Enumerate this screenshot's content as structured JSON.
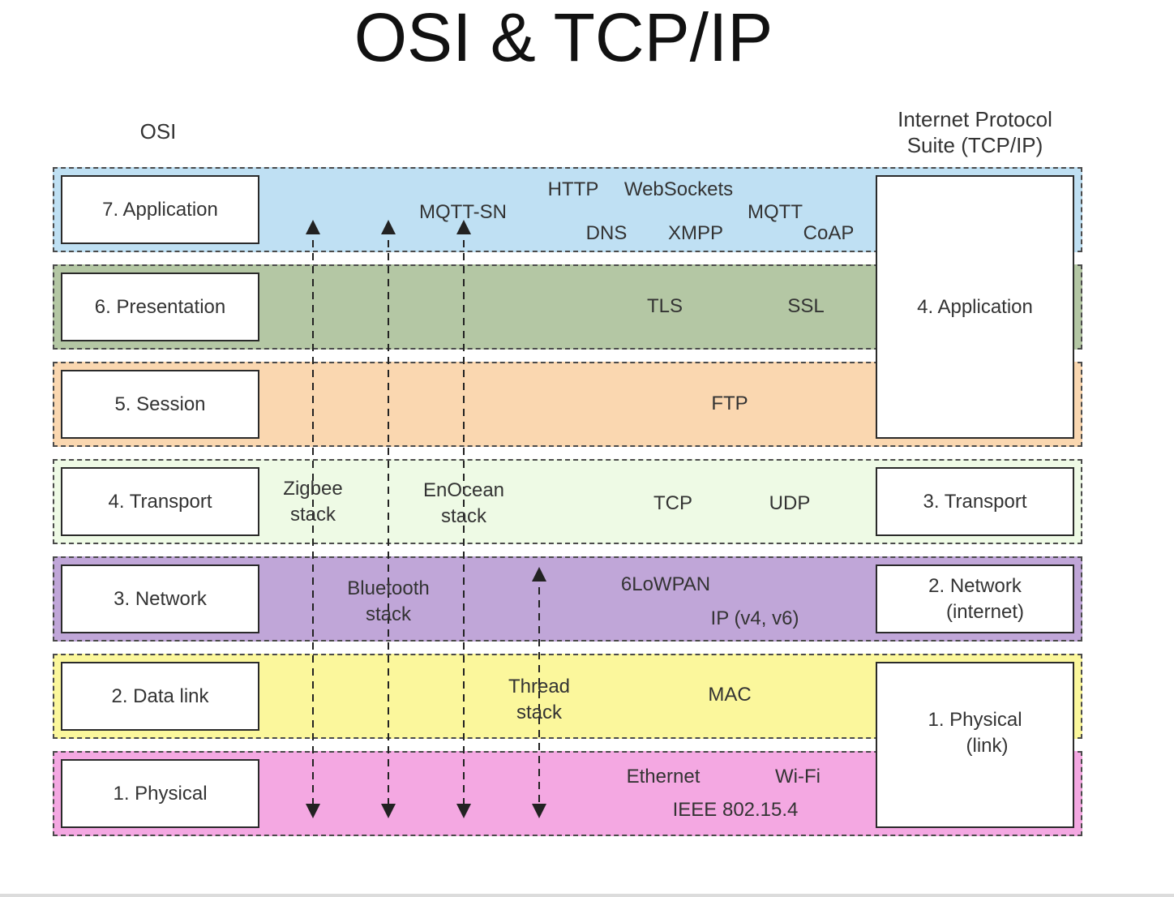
{
  "title": "OSI & TCP/IP",
  "osi_heading": "OSI",
  "tcpip_heading": [
    "Internet Protocol",
    "Suite (TCP/IP)"
  ],
  "colors": {
    "application": "#bfe0f3",
    "presentation": "#b4c7a4",
    "session": "#fad7b0",
    "transport": "#eefae5",
    "network": "#c0a6d8",
    "datalink": "#fbf79c",
    "physical": "#f4a8e2"
  },
  "osi_layers": [
    {
      "id": "application",
      "label": "7. Application"
    },
    {
      "id": "presentation",
      "label": "6. Presentation"
    },
    {
      "id": "session",
      "label": "5. Session"
    },
    {
      "id": "transport",
      "label": "4. Transport"
    },
    {
      "id": "network",
      "label": "3. Network"
    },
    {
      "id": "datalink",
      "label": "2. Data link"
    },
    {
      "id": "physical",
      "label": "1. Physical"
    }
  ],
  "tcpip_layers": [
    {
      "id": "application",
      "lines": [
        "4. Application"
      ]
    },
    {
      "id": "transport",
      "lines": [
        "3. Transport"
      ]
    },
    {
      "id": "network",
      "lines": [
        "2. Network",
        "(internet)"
      ]
    },
    {
      "id": "physical",
      "lines": [
        "1. Physical",
        "(link)"
      ]
    }
  ],
  "protocols": {
    "application": [
      "HTTP",
      "WebSockets",
      "MQTT-SN",
      "MQTT",
      "DNS",
      "XMPP",
      "CoAP"
    ],
    "presentation": [
      "TLS",
      "SSL"
    ],
    "session": [
      "FTP"
    ],
    "transport": [
      "TCP",
      "UDP"
    ],
    "network": [
      "6LoWPAN",
      "IP (v4, v6)"
    ],
    "datalink": [
      "MAC"
    ],
    "physical": [
      "Ethernet",
      "Wi-Fi",
      "IEEE 802.15.4"
    ]
  },
  "stacks": [
    {
      "name": [
        "Zigbee",
        "stack"
      ]
    },
    {
      "name": [
        "Bluetooth",
        "stack"
      ]
    },
    {
      "name": [
        "EnOcean",
        "stack"
      ]
    },
    {
      "name": [
        "Thread",
        "stack"
      ]
    }
  ]
}
